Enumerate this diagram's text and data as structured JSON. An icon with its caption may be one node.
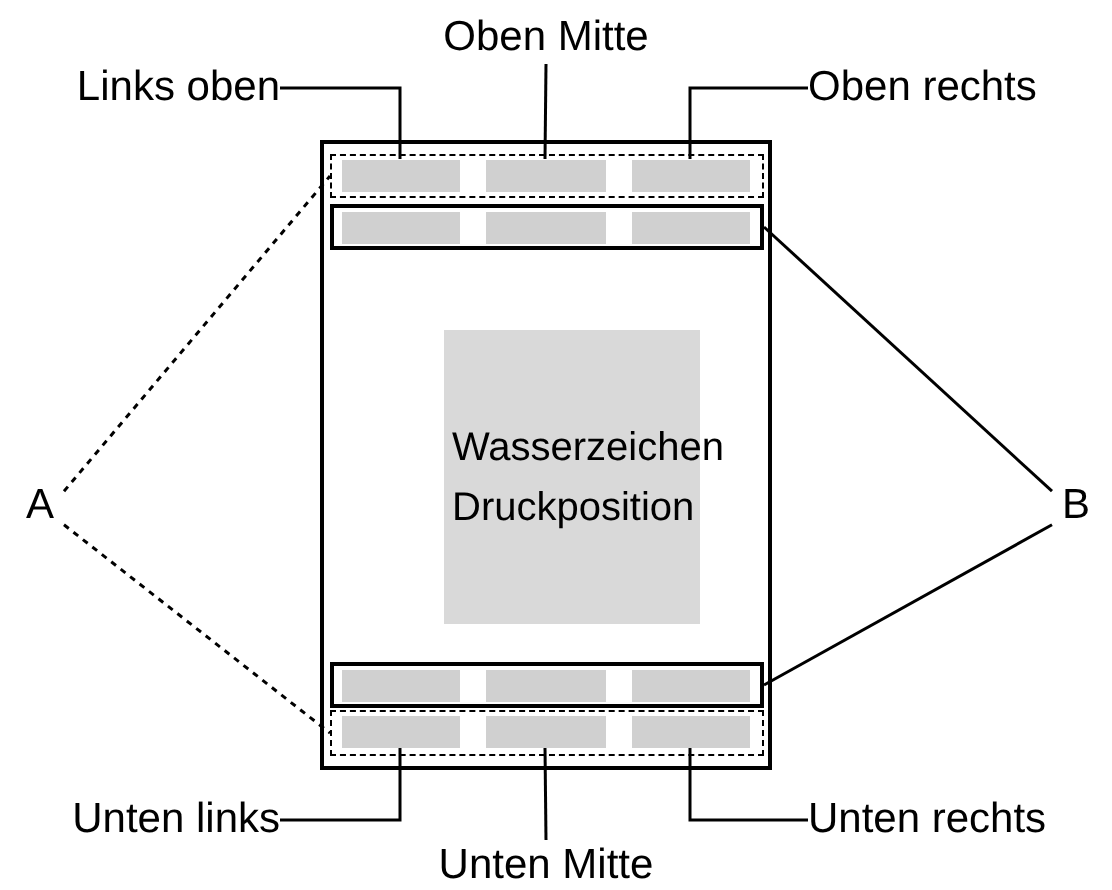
{
  "diagram": {
    "nodes": [
      {
        "text": [],
        "shape": "box"
      },
      {
        "text": [],
        "shape": "box",
        "in": 0
      },
      {
        "text": [],
        "shape": "bar",
        "in": 1
      },
      {
        "text": [],
        "shape": "bar",
        "in": 1
      },
      {
        "text": [],
        "shape": "bar",
        "in": 1
      },
      {
        "text": [],
        "shape": "box",
        "in": 0
      },
      {
        "text": [],
        "shape": "bar",
        "in": 5
      },
      {
        "text": [],
        "shape": "bar",
        "in": 5
      },
      {
        "text": [],
        "shape": "bar",
        "in": 5
      },
      {
        "text": [
          "Wasserzeichen Druckposition"
        ],
        "in": 0
      },
      {
        "text": [],
        "shape": "box",
        "in": 0
      },
      {
        "text": [],
        "shape": "bar",
        "in": 10
      },
      {
        "text": [],
        "shape": "bar",
        "in": 10
      },
      {
        "text": [],
        "shape": "bar",
        "in": 10
      },
      {
        "text": [],
        "shape": "box",
        "in": 0
      },
      {
        "text": [],
        "shape": "bar",
        "in": 14
      },
      {
        "text": [],
        "shape": "bar",
        "in": 14
      },
      {
        "text": [],
        "shape": "bar",
        "in": 14
      },
      {
        "text": [
          "Links oben"
        ]
      },
      {
        "text": [
          "Oben Mitte"
        ]
      },
      {
        "text": [
          "Oben rechts"
        ]
      },
      {
        "text": [
          "A"
        ]
      },
      {
        "text": [
          "B"
        ]
      },
      {
        "text": [
          "Unten links"
        ]
      },
      {
        "text": [
          "Unten Mitte"
        ]
      },
      {
        "text": [
          "Unten rechts"
        ]
      }
    ],
    "edges": [
      {
        "from": 18,
        "to": 2,
        "arrow": "none"
      },
      {
        "from": 19,
        "to": 3,
        "arrow": "none"
      },
      {
        "from": 20,
        "to": 4,
        "arrow": "none"
      },
      {
        "from": 21,
        "to": 1,
        "arrow": "none",
        "style": "dashed"
      },
      {
        "from": 21,
        "to": 14,
        "arrow": "none",
        "style": "dashed"
      },
      {
        "from": 22,
        "to": 5,
        "arrow": "none"
      },
      {
        "from": 22,
        "to": 10,
        "arrow": "none"
      },
      {
        "from": 23,
        "to": 15,
        "arrow": "none"
      },
      {
        "from": 24,
        "to": 16,
        "arrow": "none"
      },
      {
        "from": 25,
        "to": 17,
        "arrow": "none"
      }
    ]
  }
}
